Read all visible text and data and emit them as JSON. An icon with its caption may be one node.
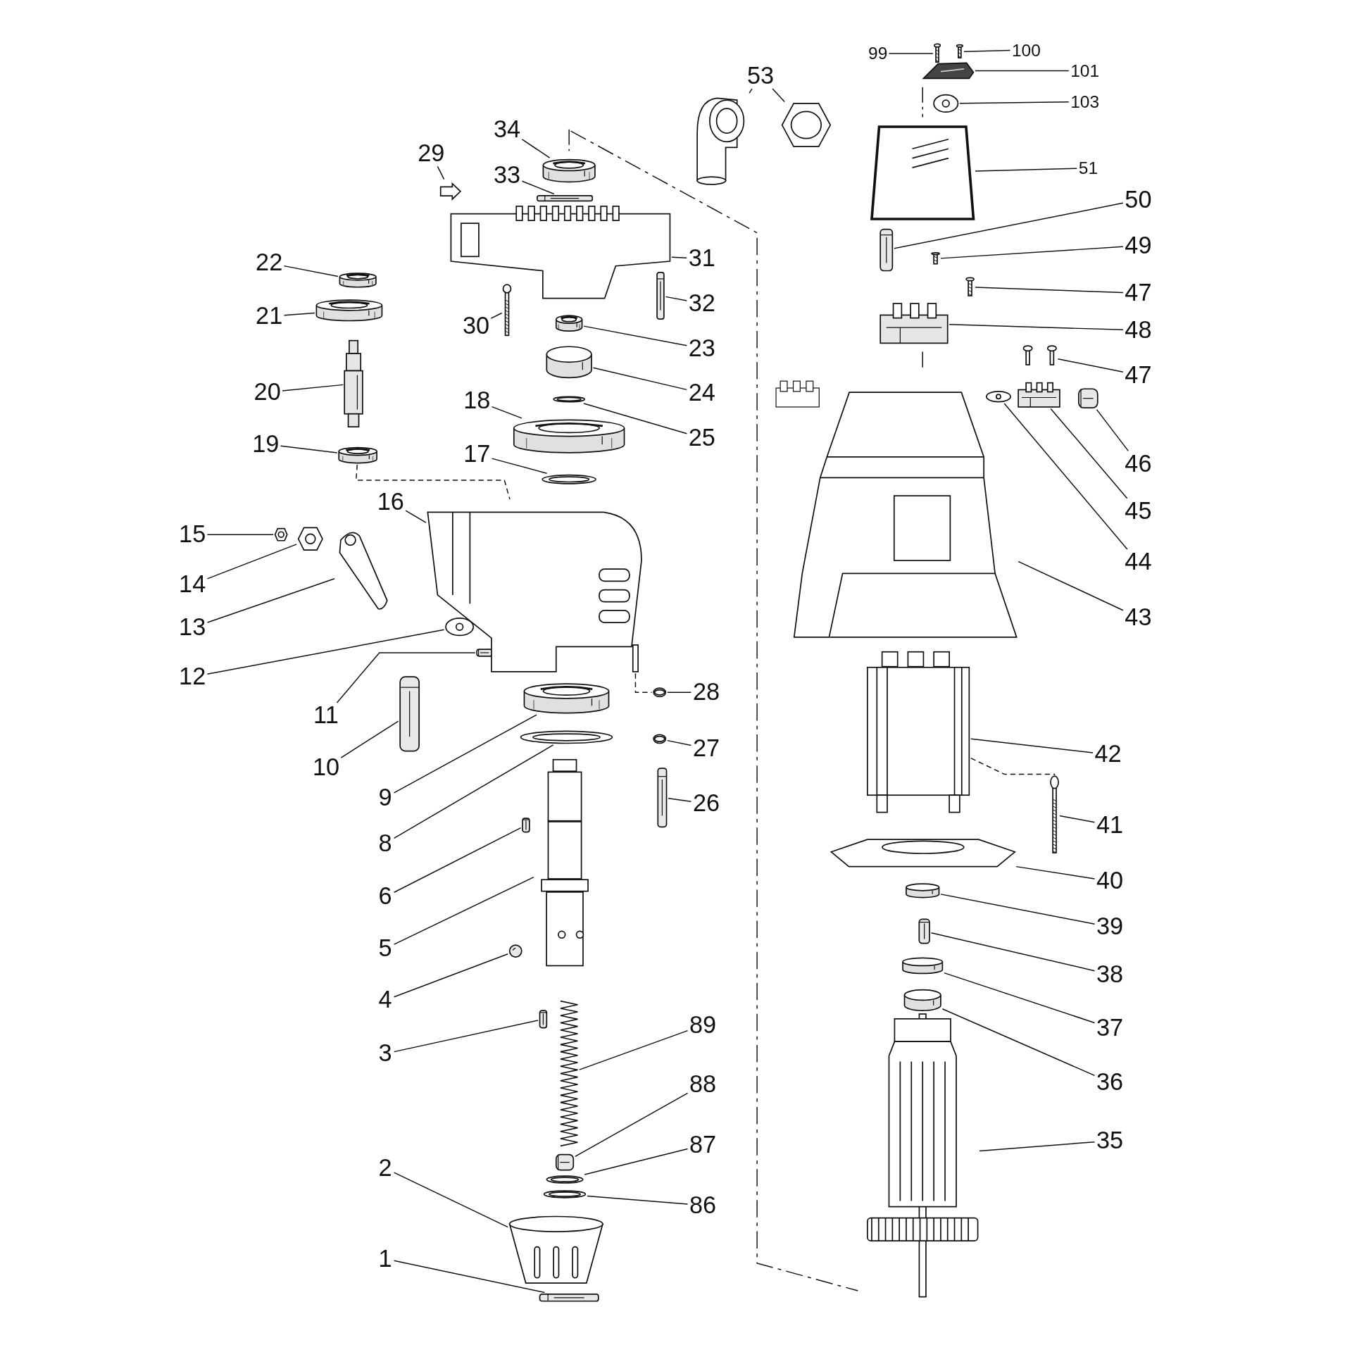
{
  "diagram": {
    "nodes": [
      {
        "text": [
          "1"
        ]
      },
      {
        "text": [
          "2"
        ]
      },
      {
        "text": [
          "3"
        ]
      },
      {
        "text": [
          "4"
        ]
      },
      {
        "text": [
          "5"
        ]
      },
      {
        "text": [
          "6"
        ]
      },
      {
        "text": [
          "8"
        ]
      },
      {
        "text": [
          "9"
        ]
      },
      {
        "text": [
          "10"
        ]
      },
      {
        "text": [
          "11"
        ]
      },
      {
        "text": [
          "12"
        ]
      },
      {
        "text": [
          "13"
        ]
      },
      {
        "text": [
          "14"
        ]
      },
      {
        "text": [
          "15"
        ]
      },
      {
        "text": [
          "16"
        ]
      },
      {
        "text": [
          "17"
        ]
      },
      {
        "text": [
          "18"
        ]
      },
      {
        "text": [
          "19"
        ]
      },
      {
        "text": [
          "20"
        ]
      },
      {
        "text": [
          "21"
        ]
      },
      {
        "text": [
          "22"
        ]
      },
      {
        "text": [
          "29"
        ]
      },
      {
        "text": [
          "30"
        ]
      },
      {
        "text": [
          "33"
        ]
      },
      {
        "text": [
          "34"
        ]
      },
      {
        "text": [
          "31"
        ]
      },
      {
        "text": [
          "32"
        ]
      },
      {
        "text": [
          "23"
        ]
      },
      {
        "text": [
          "24"
        ]
      },
      {
        "text": [
          "25"
        ]
      },
      {
        "text": [
          "28"
        ]
      },
      {
        "text": [
          "27"
        ]
      },
      {
        "text": [
          "26"
        ]
      },
      {
        "text": [
          "89"
        ]
      },
      {
        "text": [
          "88"
        ]
      },
      {
        "text": [
          "87"
        ]
      },
      {
        "text": [
          "86"
        ]
      },
      {
        "text": [
          "53"
        ]
      },
      {
        "text": [
          "99"
        ]
      },
      {
        "text": [
          "100"
        ]
      },
      {
        "text": [
          "101"
        ]
      },
      {
        "text": [
          "103"
        ]
      },
      {
        "text": [
          "51"
        ]
      },
      {
        "text": [
          "50"
        ]
      },
      {
        "text": [
          "49"
        ]
      },
      {
        "text": [
          "47"
        ]
      },
      {
        "text": [
          "48"
        ]
      },
      {
        "text": [
          "47"
        ]
      },
      {
        "text": [
          "46"
        ]
      },
      {
        "text": [
          "45"
        ]
      },
      {
        "text": [
          "44"
        ]
      },
      {
        "text": [
          "43"
        ]
      },
      {
        "text": [
          "42"
        ]
      },
      {
        "text": [
          "41"
        ]
      },
      {
        "text": [
          "40"
        ]
      },
      {
        "text": [
          "39"
        ]
      },
      {
        "text": [
          "38"
        ]
      },
      {
        "text": [
          "37"
        ]
      },
      {
        "text": [
          "36"
        ]
      },
      {
        "text": [
          "35"
        ]
      },
      {
        "text": [],
        "shape": "picture"
      },
      {
        "text": [],
        "shape": "picture"
      },
      {
        "text": [],
        "shape": "picture"
      },
      {
        "text": [],
        "shape": "picture"
      },
      {
        "text": [],
        "shape": "picture"
      },
      {
        "text": [],
        "shape": "picture"
      },
      {
        "text": [],
        "shape": "picture"
      },
      {
        "text": [],
        "shape": "picture"
      },
      {
        "text": [],
        "shape": "picture"
      },
      {
        "text": [],
        "shape": "picture"
      },
      {
        "text": [],
        "shape": "picture"
      },
      {
        "text": [],
        "shape": "picture"
      },
      {
        "text": [],
        "shape": "picture"
      },
      {
        "text": [],
        "shape": "picture"
      },
      {
        "text": [],
        "shape": "picture"
      },
      {
        "text": [],
        "shape": "picture"
      },
      {
        "text": [],
        "shape": "picture"
      },
      {
        "text": [],
        "shape": "picture"
      },
      {
        "text": [],
        "shape": "picture"
      },
      {
        "text": [],
        "shape": "picture"
      },
      {
        "text": [],
        "shape": "picture"
      },
      {
        "text": [],
        "shape": "picture"
      },
      {
        "text": [],
        "shape": "picture"
      },
      {
        "text": [],
        "shape": "picture"
      },
      {
        "text": [],
        "shape": "picture"
      },
      {
        "text": [],
        "shape": "picture"
      },
      {
        "text": [],
        "shape": "picture"
      },
      {
        "text": [],
        "shape": "picture"
      },
      {
        "text": [],
        "shape": "picture"
      },
      {
        "text": [],
        "shape": "picture"
      },
      {
        "text": [],
        "shape": "picture"
      },
      {
        "text": [],
        "shape": "picture"
      },
      {
        "text": [],
        "shape": "picture"
      },
      {
        "text": [],
        "shape": "picture"
      },
      {
        "text": [],
        "shape": "picture"
      },
      {
        "text": [],
        "shape": "picture"
      },
      {
        "text": [],
        "shape": "picture"
      },
      {
        "text": [],
        "shape": "picture"
      },
      {
        "text": [],
        "shape": "picture"
      },
      {
        "text": [],
        "shape": "picture"
      },
      {
        "text": [],
        "shape": "picture"
      },
      {
        "text": [],
        "shape": "picture"
      },
      {
        "text": [],
        "shape": "picture"
      },
      {
        "text": [],
        "shape": "picture"
      },
      {
        "text": [],
        "shape": "picture"
      },
      {
        "text": [],
        "shape": "picture"
      },
      {
        "text": [],
        "shape": "picture"
      },
      {
        "text": [],
        "shape": "picture"
      },
      {
        "text": [],
        "shape": "picture"
      },
      {
        "text": [],
        "shape": "picture"
      },
      {
        "text": [],
        "shape": "picture"
      },
      {
        "text": [],
        "shape": "picture"
      },
      {
        "text": [],
        "shape": "picture"
      },
      {
        "text": [],
        "shape": "picture"
      },
      {
        "text": [],
        "shape": "picture"
      },
      {
        "text": [],
        "shape": "picture"
      },
      {
        "text": [],
        "shape": "picture"
      },
      {
        "text": [],
        "shape": "picture"
      },
      {
        "text": [],
        "shape": "picture"
      },
      {
        "text": [],
        "shape": "picture"
      },
      {
        "text": [],
        "shape": "picture"
      }
    ],
    "edges": [
      {
        "from": 0,
        "to": 60,
        "arrow": "none"
      },
      {
        "from": 1,
        "to": 61,
        "arrow": "none"
      },
      {
        "from": 2,
        "to": 62,
        "arrow": "none"
      },
      {
        "from": 3,
        "to": 63,
        "arrow": "none"
      },
      {
        "from": 4,
        "to": 64,
        "arrow": "none"
      },
      {
        "from": 5,
        "to": 65,
        "arrow": "none"
      },
      {
        "from": 6,
        "to": 66,
        "arrow": "none"
      },
      {
        "from": 7,
        "to": 67,
        "arrow": "none"
      },
      {
        "from": 8,
        "to": 68,
        "arrow": "none"
      },
      {
        "from": 9,
        "to": 69,
        "arrow": "none"
      },
      {
        "from": 10,
        "to": 70,
        "arrow": "none"
      },
      {
        "from": 11,
        "to": 71,
        "arrow": "none"
      },
      {
        "from": 12,
        "to": 72,
        "arrow": "none"
      },
      {
        "from": 13,
        "to": 73,
        "arrow": "none"
      },
      {
        "from": 14,
        "to": 74,
        "arrow": "none"
      },
      {
        "from": 15,
        "to": 75,
        "arrow": "none"
      },
      {
        "from": 16,
        "to": 76,
        "arrow": "none"
      },
      {
        "from": 17,
        "to": 77,
        "arrow": "none"
      },
      {
        "from": 18,
        "to": 78,
        "arrow": "none"
      },
      {
        "from": 19,
        "to": 79,
        "arrow": "none"
      },
      {
        "from": 20,
        "to": 80,
        "arrow": "none"
      },
      {
        "from": 21,
        "to": 81,
        "arrow": "none"
      },
      {
        "from": 22,
        "to": 82,
        "arrow": "none"
      },
      {
        "from": 23,
        "to": 83,
        "arrow": "none"
      },
      {
        "from": 24,
        "to": 84,
        "arrow": "none"
      },
      {
        "from": 25,
        "to": 85,
        "arrow": "none"
      },
      {
        "from": 26,
        "to": 86,
        "arrow": "none"
      },
      {
        "from": 27,
        "to": 87,
        "arrow": "none"
      },
      {
        "from": 28,
        "to": 88,
        "arrow": "none"
      },
      {
        "from": 29,
        "to": 89,
        "arrow": "none"
      },
      {
        "from": 30,
        "to": 90,
        "arrow": "none"
      },
      {
        "from": 31,
        "to": 91,
        "arrow": "none"
      },
      {
        "from": 32,
        "to": 92,
        "arrow": "none"
      },
      {
        "from": 33,
        "to": 93,
        "arrow": "none"
      },
      {
        "from": 34,
        "to": 94,
        "arrow": "none"
      },
      {
        "from": 35,
        "to": 95,
        "arrow": "none"
      },
      {
        "from": 36,
        "to": 96,
        "arrow": "none"
      },
      {
        "from": 37,
        "to": 97,
        "arrow": "none"
      },
      {
        "from": 38,
        "to": 98,
        "arrow": "none"
      },
      {
        "from": 39,
        "to": 99,
        "arrow": "none"
      },
      {
        "from": 40,
        "to": 100,
        "arrow": "none"
      },
      {
        "from": 41,
        "to": 101,
        "arrow": "none"
      },
      {
        "from": 42,
        "to": 102,
        "arrow": "none"
      },
      {
        "from": 43,
        "to": 103,
        "arrow": "none"
      },
      {
        "from": 44,
        "to": 104,
        "arrow": "none"
      },
      {
        "from": 45,
        "to": 105,
        "arrow": "none"
      },
      {
        "from": 46,
        "to": 106,
        "arrow": "none"
      },
      {
        "from": 47,
        "to": 107,
        "arrow": "none"
      },
      {
        "from": 48,
        "to": 108,
        "arrow": "none"
      },
      {
        "from": 49,
        "to": 109,
        "arrow": "none"
      },
      {
        "from": 50,
        "to": 110,
        "arrow": "none"
      },
      {
        "from": 51,
        "to": 111,
        "arrow": "none"
      },
      {
        "from": 52,
        "to": 112,
        "arrow": "none"
      },
      {
        "from": 53,
        "to": 113,
        "arrow": "none"
      },
      {
        "from": 54,
        "to": 114,
        "arrow": "none"
      },
      {
        "from": 55,
        "to": 115,
        "arrow": "none"
      },
      {
        "from": 56,
        "to": 116,
        "arrow": "none"
      },
      {
        "from": 57,
        "to": 117,
        "arrow": "none"
      },
      {
        "from": 58,
        "to": 118,
        "arrow": "none"
      },
      {
        "from": 59,
        "to": 119,
        "arrow": "none"
      },
      {
        "from": 37,
        "to": 120,
        "arrow": "none"
      },
      {
        "from": 77,
        "to": 74,
        "arrow": "none",
        "style": "dashed"
      },
      {
        "from": 74,
        "to": 90,
        "arrow": "none",
        "style": "dashed"
      },
      {
        "from": 112,
        "to": 113,
        "arrow": "none",
        "style": "dashed"
      }
    ]
  }
}
